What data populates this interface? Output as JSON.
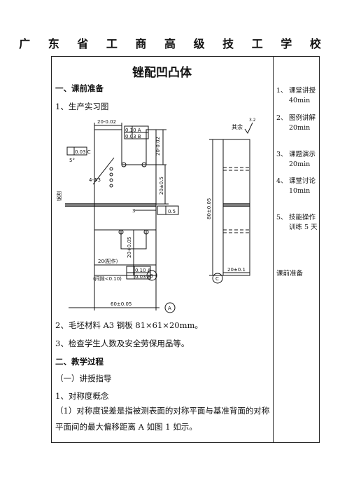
{
  "header": {
    "school": "广 东 省 工 商 高 级 技 工 学 校"
  },
  "lesson": {
    "title": "锉配凹凸体",
    "section1": "一、课前准备",
    "item1": "1、生产实习图",
    "item2": "2、毛坯材料 A3 钢板      81×61×20mm。",
    "item3": "3、检查学生人数及安全劳保用品等。",
    "section2": "二、教学过程",
    "sub1": "（一）讲授指导",
    "item4": "1、对称度概念",
    "para": "（1）对称度误差是指被测表面的对称平面与基准背面的对称平面间的最大偏移距离 A 如图 1 如示。"
  },
  "drawing": {
    "roughness": "其余",
    "roughness_val": "3.2",
    "dim_top": "20-0.02",
    "dim_right_top": "20-0.02",
    "dim_right_mid": "20±0.5",
    "dim_width": "60±0.05",
    "dim_height": "80±0.05",
    "dim_side": "20±0.1",
    "dim_inner": "20(配作)",
    "dim_gap": "(间隙<0.10)",
    "dim_depth": "20+0.05",
    "holes": "4-Φ3",
    "angle": "5°",
    "tol_flat": "0.5",
    "tol_sym1": "0.10 A",
    "tol_sym2": "0.03 B",
    "tol_perp": "0.03 C",
    "tol_sym3": "0.10 A",
    "tol_sym4": "0.03 B",
    "label_a": "A",
    "label_b": "B",
    "label_c": "C",
    "label_saw": "锯割",
    "ref3": "3"
  },
  "sidebar": {
    "items": [
      {
        "num": "1、",
        "label": "课堂讲授",
        "sub": "40min"
      },
      {
        "num": "2、",
        "label": "图例讲解",
        "sub": "20min"
      },
      {
        "num": "3、",
        "label": "课题演示",
        "sub": "20min"
      },
      {
        "num": "4、",
        "label": "课堂讨论",
        "sub": "10min"
      },
      {
        "num": "5、",
        "label": "技能操作",
        "sub": "训练 5 天"
      }
    ],
    "note": "课前准备"
  }
}
